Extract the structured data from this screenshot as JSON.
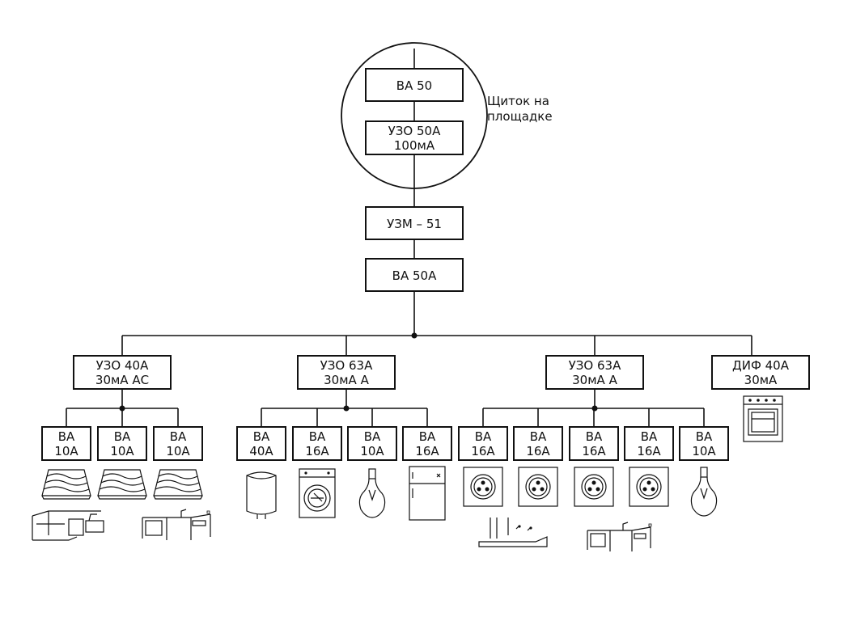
{
  "panel": {
    "breaker": "ВА  50",
    "rcd_line1": "УЗО 50А",
    "rcd_line2": "100мА",
    "note_line1": "Щиток на",
    "note_line2": "площадке"
  },
  "main": {
    "uzm": "УЗМ – 51",
    "breaker": "ВА  50А"
  },
  "groups": [
    {
      "label_line1": "УЗО 40А",
      "label_line2": "30мА АС",
      "breakers": [
        {
          "line1": "ВА",
          "line2": "10А",
          "load": "heated-floor-icon"
        },
        {
          "line1": "ВА",
          "line2": "10А",
          "load": "heated-floor-icon"
        },
        {
          "line1": "ВА",
          "line2": "10А",
          "load": "heated-floor-icon"
        }
      ],
      "rooms": [
        "bathroom-icon",
        "kitchen-icon"
      ]
    },
    {
      "label_line1": "УЗО 63А",
      "label_line2": "30мА А",
      "breakers": [
        {
          "line1": "ВА",
          "line2": "40А",
          "load": "water-heater-icon"
        },
        {
          "line1": "ВА",
          "line2": "16А",
          "load": "washing-machine-icon"
        },
        {
          "line1": "ВА",
          "line2": "10А",
          "load": "light-bulb-icon"
        },
        {
          "line1": "ВА",
          "line2": "16А",
          "load": "refrigerator-icon"
        }
      ]
    },
    {
      "label_line1": "УЗО 63А",
      "label_line2": "30мА А",
      "breakers": [
        {
          "line1": "ВА",
          "line2": "16А",
          "load": "socket-icon"
        },
        {
          "line1": "ВА",
          "line2": "16А",
          "load": "socket-icon"
        },
        {
          "line1": "ВА",
          "line2": "16А",
          "load": "socket-icon"
        },
        {
          "line1": "ВА",
          "line2": "16А",
          "load": "socket-icon"
        },
        {
          "line1": "ВА",
          "line2": "10А",
          "load": "light-bulb-icon"
        }
      ],
      "rooms": [
        "bedroom-icon",
        "kitchen-icon"
      ]
    },
    {
      "label_line1": "ДИФ 40А",
      "label_line2": "30мА",
      "load": "electric-stove-icon"
    }
  ]
}
